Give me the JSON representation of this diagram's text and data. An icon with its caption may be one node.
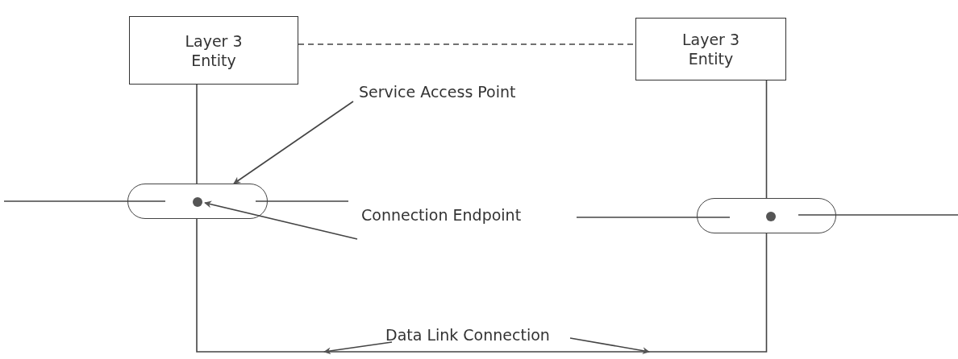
{
  "diagram": {
    "nodes": [
      {
        "text": [
          "Layer 3 Entity"
        ]
      },
      {
        "text": [
          "Layer 3 Entity"
        ]
      },
      {
        "text": [
          "Service Access Point"
        ]
      },
      {
        "text": [
          "Connection Endpoint"
        ]
      },
      {
        "text": [
          "Data Link Connection"
        ]
      },
      {
        "text": [],
        "shape": "capsule"
      },
      {
        "text": [],
        "shape": "circle",
        "in": 5
      },
      {
        "text": [],
        "shape": "capsule"
      },
      {
        "text": [],
        "shape": "circle",
        "in": 7
      }
    ],
    "edges": [
      {
        "from": 0,
        "to": 1,
        "arrow": "none",
        "style": "dashed"
      },
      {
        "from": 0,
        "to": 5,
        "arrow": "none"
      },
      {
        "from": 1,
        "to": 7,
        "arrow": "none"
      },
      {
        "from": 5,
        "to": 7,
        "arrow": "none"
      },
      {
        "from": 2,
        "to": 5,
        "arrow": "to"
      },
      {
        "from": 3,
        "to": 6,
        "arrow": "to"
      },
      {
        "from": 4,
        "to": null,
        "arrow": "to"
      },
      {
        "from": 4,
        "to": null,
        "arrow": "to"
      }
    ]
  }
}
